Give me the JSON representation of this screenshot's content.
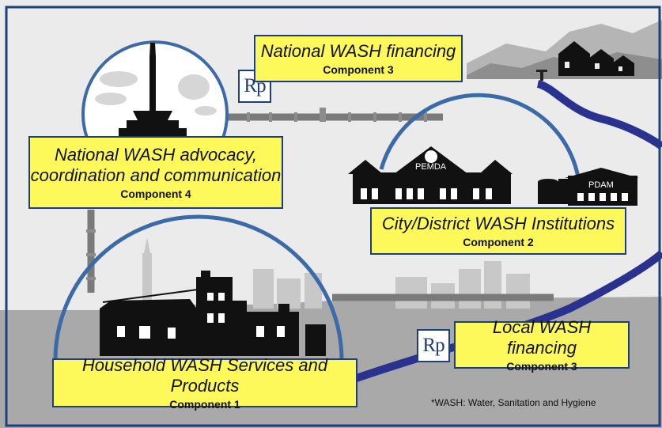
{
  "components": {
    "national_financing": {
      "title": "National WASH financing",
      "component": "Component 3"
    },
    "advocacy": {
      "title_line1": "National WASH advocacy,",
      "title_line2": "coordination and communication",
      "component": "Component 4"
    },
    "city_institutions": {
      "title": "City/District WASH Institutions",
      "component": "Component 2"
    },
    "local_financing": {
      "title": "Local WASH financing",
      "component": "Component 3"
    },
    "household": {
      "title": "Household WASH Services and Products",
      "component": "Component 1"
    }
  },
  "currency_symbol": "Rp",
  "buildings": {
    "pemda": "PEMDA",
    "pdam": "PDAM"
  },
  "footnote": "*WASH: Water, Sanitation and Hygiene",
  "colors": {
    "box_fill": "#fdf95a",
    "box_border": "#1e3f7a",
    "river": "#2a3290",
    "arc": "#3b6aa8",
    "ground": "#a9a9a9",
    "frame": "#1e3f7a"
  }
}
